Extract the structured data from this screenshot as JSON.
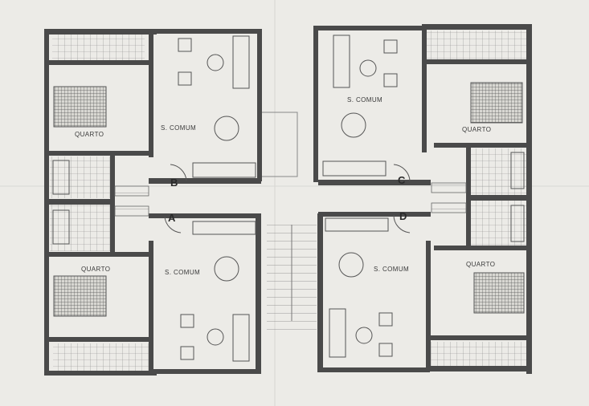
{
  "plan": {
    "units": [
      {
        "id": "A",
        "rooms": {
          "bedroom": "QUARTO",
          "living": "S. COMUM"
        }
      },
      {
        "id": "B",
        "rooms": {
          "bedroom": "QUARTO",
          "living": "S. COMUM"
        }
      },
      {
        "id": "C",
        "rooms": {
          "bedroom": "QUARTO",
          "living": "S. COMUM"
        }
      },
      {
        "id": "D",
        "rooms": {
          "bedroom": "QUARTO",
          "living": "S. COMUM"
        }
      }
    ]
  },
  "colors": {
    "paper": "#ecebe7",
    "wall": "#4a4a4a",
    "line": "#6a6a6a",
    "hatch": "#8a8a8a"
  }
}
